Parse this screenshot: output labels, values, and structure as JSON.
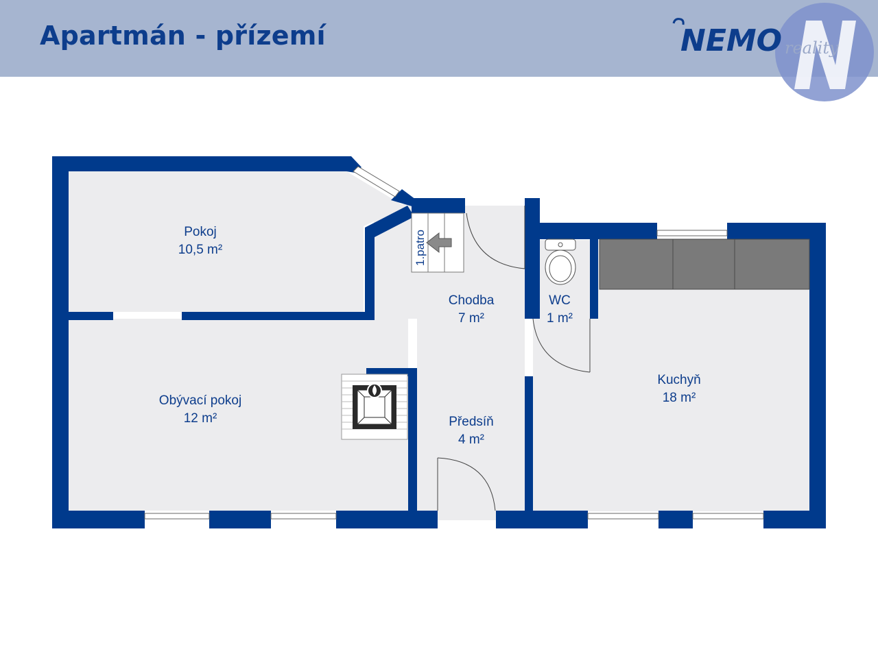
{
  "header": {
    "title": "Apartmán - přízemí",
    "logo_brand": "NEMO",
    "logo_sub": "reality",
    "background_color": "#a6b5d0",
    "title_color": "#0d3d8c"
  },
  "plan": {
    "wall_color": "#003a8c",
    "floor_color": "#ececee",
    "rooms": [
      {
        "name": "Pokoj",
        "area": "10,5 m²"
      },
      {
        "name": "Chodba",
        "area": "7 m²"
      },
      {
        "name": "WC",
        "area": "1 m²"
      },
      {
        "name": "Obývací pokoj",
        "area": "12 m²"
      },
      {
        "name": "Předsíň",
        "area": "4 m²"
      },
      {
        "name": "Kuchyň",
        "area": "18 m²"
      }
    ],
    "stairs_label": "1.patro",
    "icons": [
      "stairs-icon",
      "toilet-icon",
      "fireplace-icon",
      "kitchen-counter-icon",
      "door-swing-icon",
      "window-icon"
    ]
  }
}
